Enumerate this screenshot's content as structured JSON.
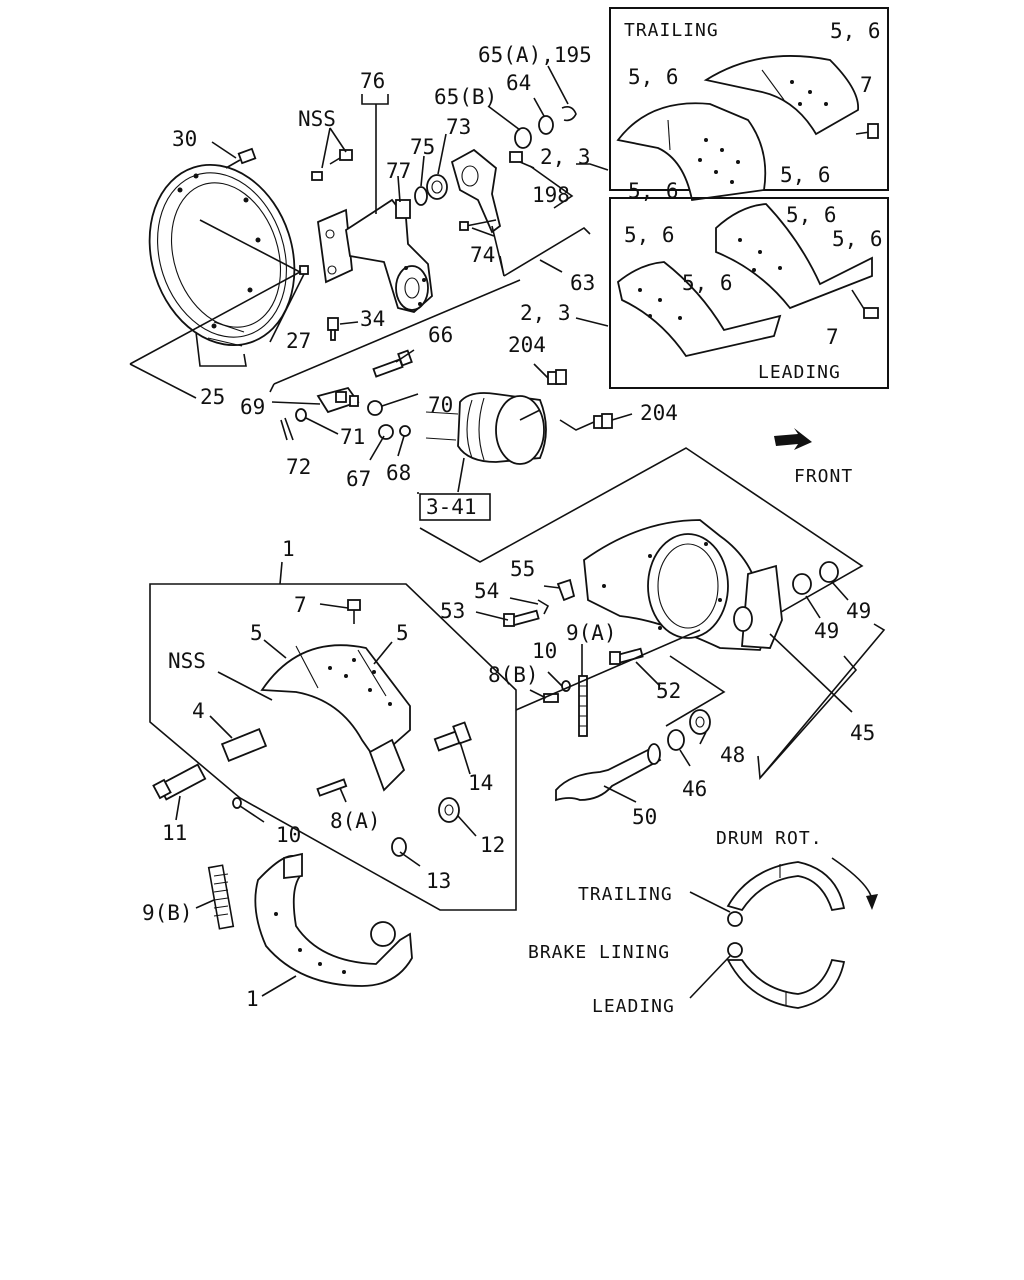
{
  "labels": {
    "trailing_box_title": "TRAILING",
    "leading_box_label": "LEADING",
    "front": "FRONT",
    "drum_rot": "DRUM ROT.",
    "trailing": "TRAILING",
    "brake_lining": "BRAKE LINING",
    "leading": "LEADING",
    "ref_3_41": "3-41"
  },
  "callouts": {
    "p30": "30",
    "nss_top": "NSS",
    "p76": "76",
    "p77": "77",
    "p75": "75",
    "p73": "73",
    "p65b": "65(B)",
    "p64": "64",
    "p65a195": "65(A),195",
    "p2_3_top": "2, 3",
    "p198": "198",
    "p74": "74",
    "p63": "63",
    "p2_3_mid": "2, 3",
    "p34": "34",
    "p27": "27",
    "p25": "25",
    "p66": "66",
    "p70": "70",
    "p69": "69",
    "p71": "71",
    "p72": "72",
    "p67": "67",
    "p68": "68",
    "p204_a": "204",
    "p204_b": "204",
    "t56_a": "5, 6",
    "t56_b": "5, 6",
    "t56_c": "5, 6",
    "t56_d": "5, 6",
    "t7": "7",
    "l56_a": "5, 6",
    "l56_b": "5, 6",
    "l56_c": "5, 6",
    "l56_d": "5, 6",
    "l7": "7",
    "p1_top": "1",
    "p7": "7",
    "p5_a": "5",
    "p5_b": "5",
    "nss_mid": "NSS",
    "p4": "4",
    "p11": "11",
    "p10_a": "10",
    "p8a": "8(A)",
    "p14": "14",
    "p12": "12",
    "p13": "13",
    "p9b": "9(B)",
    "p1_bottom": "1",
    "p55": "55",
    "p54": "54",
    "p53": "53",
    "p10_b": "10",
    "p9a": "9(A)",
    "p8b": "8(B)",
    "p52": "52",
    "p48": "48",
    "p46": "46",
    "p50": "50",
    "p45": "45",
    "p49_a": "49",
    "p49_b": "49"
  }
}
